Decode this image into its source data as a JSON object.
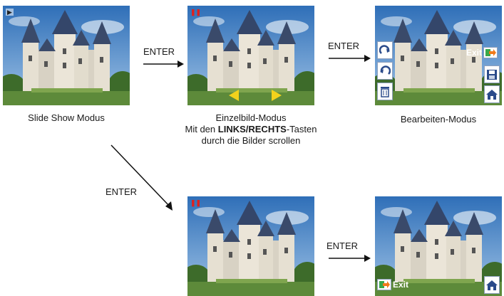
{
  "step1": {
    "caption": "Slide Show Modus"
  },
  "step2": {
    "caption_line1": "Einzelbild-Modus",
    "caption_line2_prefix": "Mit den ",
    "caption_line2_bold": "LINKS/RECHTS",
    "caption_line2_suffix": "-Tasten",
    "caption_line3": "durch die Bilder scrollen"
  },
  "step3": {
    "caption": "Bearbeiten-Modus",
    "exit_label": "Exit"
  },
  "step5": {
    "exit_label": "Exit"
  },
  "arrows": {
    "a1": "ENTER",
    "a2": "ENTER",
    "a3": "ENTER",
    "a4": "ENTER"
  },
  "icons": {
    "play": "play-icon",
    "pause": "pause-icon",
    "rotate_right": "rotate-right-icon",
    "rotate_left": "rotate-left-icon",
    "delete": "trash-icon",
    "save": "floppy-icon",
    "home": "home-icon",
    "exit": "exit-icon",
    "nav_left": "triangle-left-icon",
    "nav_right": "triangle-right-icon"
  },
  "colors": {
    "sky": "#4f86c6",
    "accent_yellow": "#f2d21c",
    "pause_red": "#e0201e",
    "exit_orange": "#f07a1a",
    "exit_green": "#3aa84a"
  }
}
